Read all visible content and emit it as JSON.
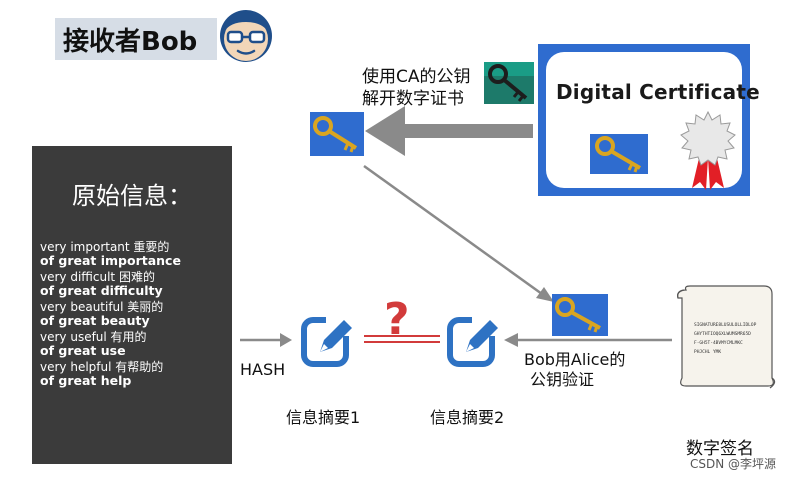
{
  "header": {
    "title": "接收者Bob"
  },
  "ca_note": {
    "line1": "使用CA的公钥",
    "line2": "解开数字证书"
  },
  "certificate": {
    "title": "Digital Certificate"
  },
  "original_info": {
    "title": "原始信息：",
    "lines": [
      {
        "text": "very important 重要的",
        "bold": false
      },
      {
        "text": "of great importance",
        "bold": true
      },
      {
        "text": "very difficult 困难的",
        "bold": false
      },
      {
        "text": "of great difficulty",
        "bold": true
      },
      {
        "text": "very beautiful 美丽的",
        "bold": false
      },
      {
        "text": "of great beauty",
        "bold": true
      },
      {
        "text": "very useful 有用的",
        "bold": false
      },
      {
        "text": "of great use",
        "bold": true
      },
      {
        "text": "very helpful 有帮助的",
        "bold": false
      },
      {
        "text": "of great help",
        "bold": true
      }
    ]
  },
  "hash_label": "HASH",
  "digest1_label": "信息摘要1",
  "digest2_label": "信息摘要2",
  "question_mark": "?",
  "verify_note": {
    "line1": "Bob用Alice的",
    "line2": "公钥验证"
  },
  "signature": {
    "label": "数字签名",
    "scroll_lines": [
      "SIGNATURE8LUSULOLLIDLOP",
      "GHYTHTIOQ6XLWUMSMR65D",
      "F-GH5T-4BVMYCMLMKC",
      "PHJCHL YMK"
    ]
  },
  "watermark": "CSDN @李坪源",
  "colors": {
    "cert_blue": "#2f6ccf",
    "icon_blue": "#2e72c3",
    "question_red": "#d23b3b",
    "arrow_gray": "#8a8a8a",
    "black_box": "#3b3b3b",
    "title_bg": "#d6dde6"
  }
}
